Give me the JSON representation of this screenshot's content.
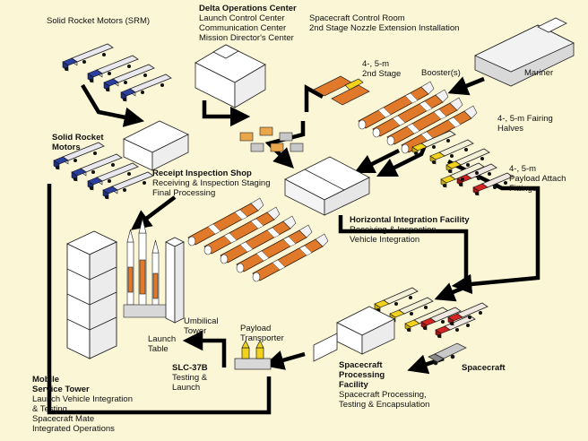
{
  "labels": {
    "srm_top": "Solid Rocket Motors (SRM)",
    "srm_left_1": "Solid Rocket",
    "srm_left_2": "Motors",
    "delta_title": "Delta Operations Center",
    "delta_l1": "Launch Control Center",
    "delta_l2": "Communication Center",
    "delta_l3": "Mission Director's Center",
    "delta_r1": "Spacecraft Control Room",
    "delta_r2": "2nd Stage Nozzle Extension Installation",
    "stage2_1": "4-, 5-m",
    "stage2_2": "2nd Stage",
    "boosters": "Booster(s)",
    "mariner": "Mariner",
    "fairing_1": "4-, 5-m Fairing",
    "fairing_2": "Halves",
    "pafit_1": "4-, 5-m",
    "pafit_2": "Payload Attach",
    "pafit_3": "Fittings",
    "ris_title": "Receipt Inspection Shop",
    "ris_1": "Receiving & Inspection Staging",
    "ris_2": "Final Processing",
    "hif_title": "Horizontal Integration Facility",
    "hif_1": "Receiving & Inspection",
    "hif_2": "Vehicle Integration",
    "umb_1": "Umbilical",
    "umb_2": "Tower",
    "lt_1": "Launch",
    "lt_2": "Table",
    "pt_1": "Payload",
    "pt_2": "Transporter",
    "slc_title": "SLC-37B",
    "slc_1": "Testing &",
    "slc_2": "Launch",
    "mst_1": "Mobile",
    "mst_2": "Service Tower",
    "mst_3": "Launch Vehicle Integration",
    "mst_4": "& Testing",
    "mst_5": "Spacecraft Mate",
    "mst_6": "Integrated Operations",
    "spf_1": "Spacecraft",
    "spf_2": "Processing",
    "spf_3": "Facility",
    "spf_4": "Spacecraft Processing,",
    "spf_5": "Testing & Encapsulation",
    "spacecraft": "Spacecraft"
  },
  "colors": {
    "background": "#fbf6d6",
    "path": "#000000",
    "booster_orange": "#e07a2a",
    "truck_blue": "#2a3f9e",
    "truck_yellow": "#f2d21a",
    "truck_red": "#d42424",
    "building": "#ffffff"
  }
}
